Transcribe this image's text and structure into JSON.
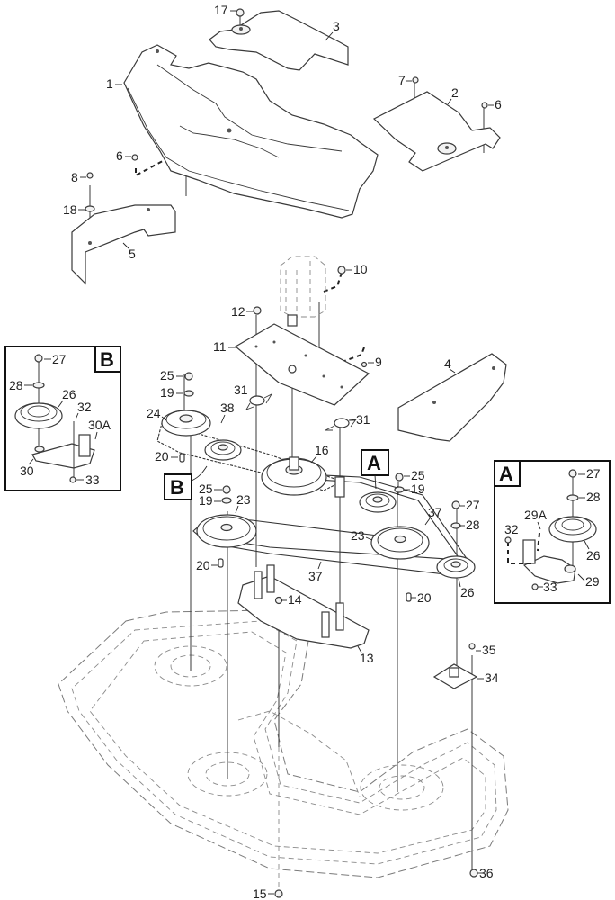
{
  "diagram": {
    "title": "Mower deck belt drive exploded parts view",
    "callouts": {
      "c1": "1",
      "c2": "2",
      "c3": "3",
      "c4": "4",
      "c5": "5",
      "c6a": "6",
      "c6b": "6",
      "c7": "7",
      "c8": "8",
      "c9": "9",
      "c10": "10",
      "c11": "11",
      "c12": "12",
      "c13": "13",
      "c14": "14",
      "c15": "15",
      "c16": "16",
      "c17": "17",
      "c18": "18",
      "c19a": "19",
      "c19b": "19",
      "c20a": "20",
      "c20b": "20",
      "c20c": "20",
      "c23a": "23",
      "c23b": "23",
      "c24": "24",
      "c25a": "25",
      "c25b": "25",
      "c26": "26",
      "c27": "27",
      "c28": "28",
      "c31a": "31",
      "c31b": "31",
      "c34": "34",
      "c35": "35",
      "c36": "36",
      "c37a": "37",
      "c37b": "37",
      "c38": "38"
    },
    "detail_markers": {
      "a": "A",
      "b": "B"
    },
    "detail_b": {
      "letter": "B",
      "callouts": {
        "c27": "27",
        "c28": "28",
        "c26": "26",
        "c32": "32",
        "c30a": "30A",
        "c30": "30",
        "c33": "33"
      }
    },
    "detail_a": {
      "letter": "A",
      "callouts": {
        "c27": "27",
        "c28": "28",
        "c29a": "29A",
        "c32": "32",
        "c26": "26",
        "c29": "29",
        "c33": "33"
      }
    }
  }
}
